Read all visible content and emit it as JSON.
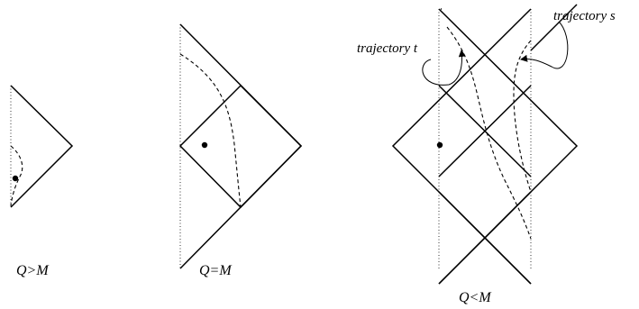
{
  "panels": [
    {
      "id": "q-gt-m",
      "case_label": "Q>M"
    },
    {
      "id": "q-eq-m",
      "case_label": "Q=M"
    },
    {
      "id": "q-lt-m",
      "case_label": "Q<M"
    }
  ],
  "annotations": {
    "trajectory_t": "trajectory t",
    "trajectory_s": "trajectory s"
  }
}
